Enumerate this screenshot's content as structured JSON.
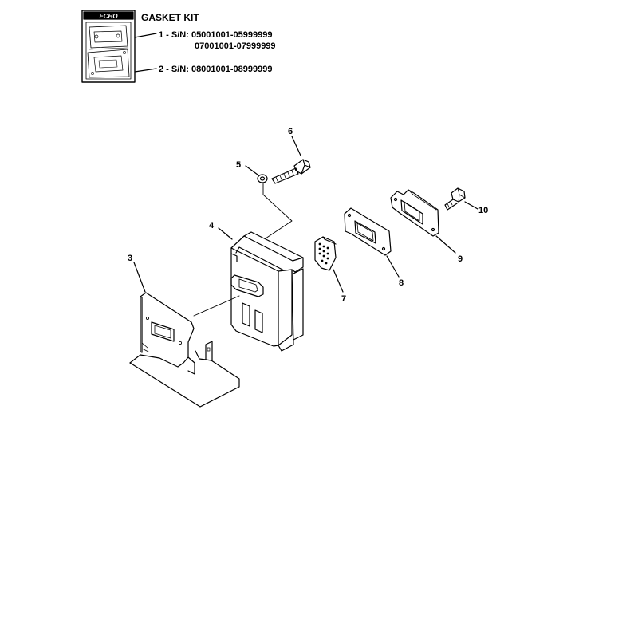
{
  "header": {
    "brand": "ECHO",
    "title": "GASKET KIT",
    "kit_line_1": "1 - S/N: 05001001-05999999",
    "kit_line_1b": "07001001-07999999",
    "kit_line_2": "2 - S/N: 08001001-08999999"
  },
  "callouts": {
    "c3": "3",
    "c4": "4",
    "c5": "5",
    "c6": "6",
    "c7": "7",
    "c8": "8",
    "c9": "9",
    "c10": "10"
  },
  "colors": {
    "ink": "#000000",
    "paper": "#ffffff"
  }
}
